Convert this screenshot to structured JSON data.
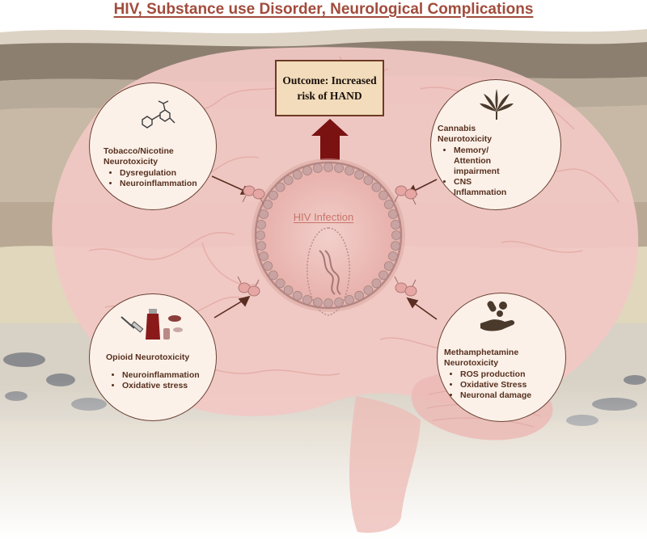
{
  "title": "HIV, Substance use Disorder, Neurological Complications",
  "outcome": {
    "label": "Outcome: Increased risk of HAND"
  },
  "center": {
    "label": "HIV Infection"
  },
  "nodes": {
    "tobacco": {
      "title_line1": "Tobacco/Nicotine",
      "title_line2": "Neurotoxicity",
      "items": [
        "Dysregulation",
        "Neuroinflammation"
      ]
    },
    "cannabis": {
      "title_line1": "Cannabis",
      "title_line2": "Neurotoxicity",
      "items": [
        "Memory/",
        "Attention",
        "impairment",
        "CNS",
        "Inflammation"
      ]
    },
    "opioid": {
      "title_line1": "Opioid Neurotoxicity",
      "items": [
        "Neuroinflammation",
        "Oxidative stress"
      ]
    },
    "meth": {
      "title_line1": "Methamphetamine",
      "title_line2": "Neurotoxicity",
      "items": [
        "ROS production",
        "Oxidative Stress",
        "Neuronal damage"
      ]
    }
  },
  "icons": [
    "molecule-icon",
    "cannabis-leaf-icon",
    "opioid-injection-icon",
    "pills-hand-icon",
    "receptor-icon",
    "hiv-virus-icon"
  ],
  "colors": {
    "title": "#a24c3c",
    "arrow": "#7a1212",
    "brain": "#f2c8c4",
    "circle_fill": "#fbf1e9",
    "text": "#57301f",
    "outcome_fill": "#f2dcbb"
  }
}
